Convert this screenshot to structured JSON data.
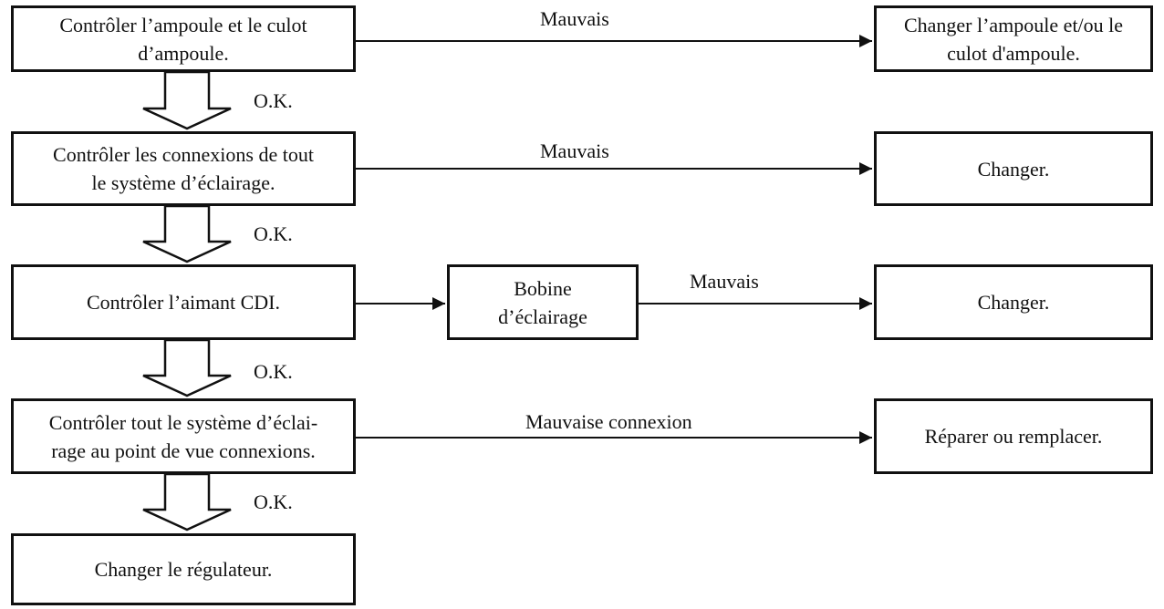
{
  "steps": [
    {
      "check": [
        "Contrôler l’ampoule et le culot",
        "d’ampoule."
      ],
      "fail_label": "Mauvais",
      "action": [
        "Changer l’ampoule et/ou le",
        "culot d'ampoule."
      ]
    },
    {
      "check": [
        "Contrôler les connexions de tout",
        "le système d’éclairage."
      ],
      "fail_label": "Mauvais",
      "action": [
        "Changer."
      ]
    },
    {
      "check": [
        "Contrôler l’aimant CDI."
      ],
      "middle": [
        "Bobine",
        "d’éclairage"
      ],
      "fail_label": "Mauvais",
      "action": [
        "Changer."
      ]
    },
    {
      "check": [
        "Contrôler tout le système d’éclai-",
        "rage au point de vue connexions."
      ],
      "fail_label": "Mauvaise connexion",
      "action": [
        "Réparer ou remplacer."
      ]
    }
  ],
  "ok_labels": [
    "O.K.",
    "O.K.",
    "O.K.",
    "O.K."
  ],
  "final": [
    "Changer le régulateur."
  ]
}
